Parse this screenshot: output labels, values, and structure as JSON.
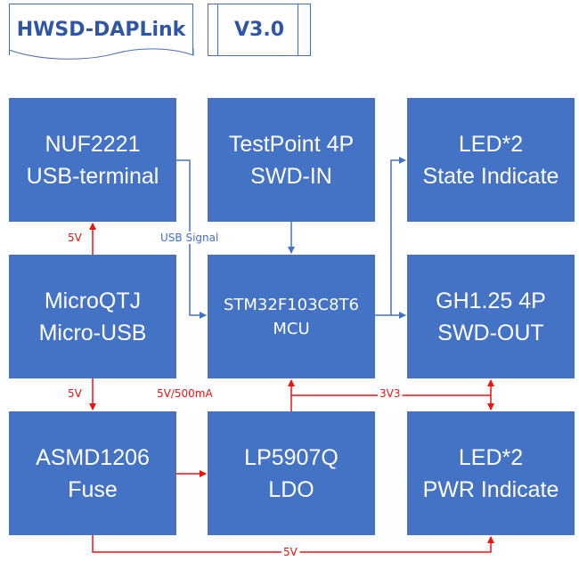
{
  "header": {
    "title": "HWSD-DAPLink",
    "version": "V3.0"
  },
  "blocks": [
    {
      "id": "nuf2221",
      "line1": "NUF2221",
      "line2": "USB-terminal"
    },
    {
      "id": "testpoint",
      "line1": "TestPoint 4P",
      "line2": "SWD-IN"
    },
    {
      "id": "led-state",
      "line1": "LED*2",
      "line2": "State Indicate"
    },
    {
      "id": "microqtj",
      "line1": "MicroQTJ",
      "line2": "Micro-USB"
    },
    {
      "id": "mcu",
      "line1": "STM32F103C8T6",
      "line2": "MCU"
    },
    {
      "id": "gh125",
      "line1": "GH1.25 4P",
      "line2": "SWD-OUT"
    },
    {
      "id": "asmd1206",
      "line1": "ASMD1206",
      "line2": "Fuse"
    },
    {
      "id": "lp5907q",
      "line1": "LP5907Q",
      "line2": "LDO"
    },
    {
      "id": "led-pwr",
      "line1": "LED*2",
      "line2": "PWR Indicate"
    }
  ],
  "labels": {
    "usb_signal": "USB Signal",
    "v5_upper": "5V",
    "v5_lower": "5V",
    "v5_500ma": "5V/500mA",
    "v3v3": "3V3",
    "v5_bottom": "5V"
  },
  "colors": {
    "block": "#4472c4",
    "signal": "#4472c4",
    "power": "#ee1111",
    "header_text": "#2f55a4"
  }
}
